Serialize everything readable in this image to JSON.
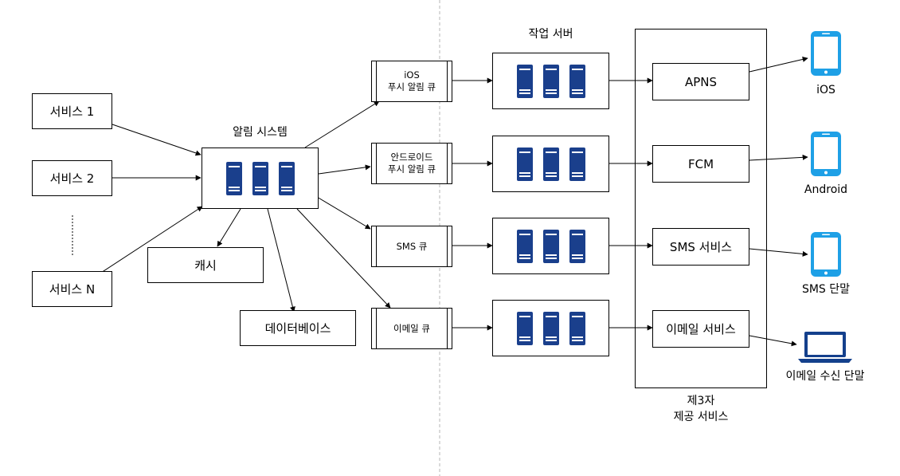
{
  "services": {
    "s1": "서비스 1",
    "s2": "서비스 2",
    "sn": "서비스 N"
  },
  "notification_system": {
    "title": "알림 시스템"
  },
  "cache": "캐시",
  "database": "데이터베이스",
  "queues": {
    "ios": "iOS\n푸시 알림 큐",
    "android": "안드로이드\n푸시 알림 큐",
    "sms": "SMS 큐",
    "email": "이메일 큐"
  },
  "workers": {
    "title": "작업 서버"
  },
  "third_party": {
    "apns": "APNS",
    "fcm": "FCM",
    "sms": "SMS 서비스",
    "email": "이메일 서비스",
    "caption": "제3자\n제공 서비스"
  },
  "devices": {
    "ios": "iOS",
    "android": "Android",
    "sms": "SMS 단말",
    "email": "이메일 수신 단말"
  },
  "colors": {
    "server": "#1a3f8c",
    "device": "#1ea0e6",
    "laptop": "#14408c"
  },
  "icons": {
    "server": "server-icon",
    "phone": "mobile-phone-icon",
    "laptop": "laptop-icon"
  }
}
